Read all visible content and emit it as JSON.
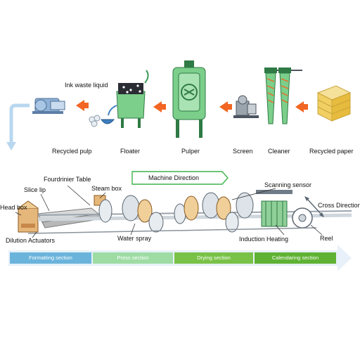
{
  "top_flow": {
    "labels": {
      "ink_waste_liquid": "Ink waste liquid",
      "recycled_pulp": "Recycled pulp",
      "floater": "Floater",
      "pulper": "Pulper",
      "screen": "Screen",
      "cleaner": "Cleaner",
      "recycled_paper": "Recycled paper"
    }
  },
  "machine": {
    "machine_direction": "Machine Direction",
    "labels": {
      "fourdrinier_table": "Fourdrinier Table",
      "slice_lip": "Slice lip",
      "steam_box": "Steam box",
      "head_box": "Head box",
      "dilution_actuators": "Dilution Actuators",
      "water_spray": "Water spray",
      "scanning_sensor": "Scanning sensor",
      "cross_direction": "Cross Direction",
      "induction_heating": "Induction Heating",
      "reel": "Reel"
    }
  },
  "sections": {
    "formatting": "Formatting section",
    "press": "Press section",
    "drying": "Drying section",
    "calendaring": "Calendaring section"
  },
  "colors": {
    "arrow_orange": "#f26522",
    "formatting_bar": "#6ab4dc",
    "press_bar": "#9edca4",
    "drying_bar": "#79c247",
    "calendaring_bar": "#5fb233",
    "vessel_green": "#7ccf8a",
    "flow_blue": "#b9d7ef"
  }
}
